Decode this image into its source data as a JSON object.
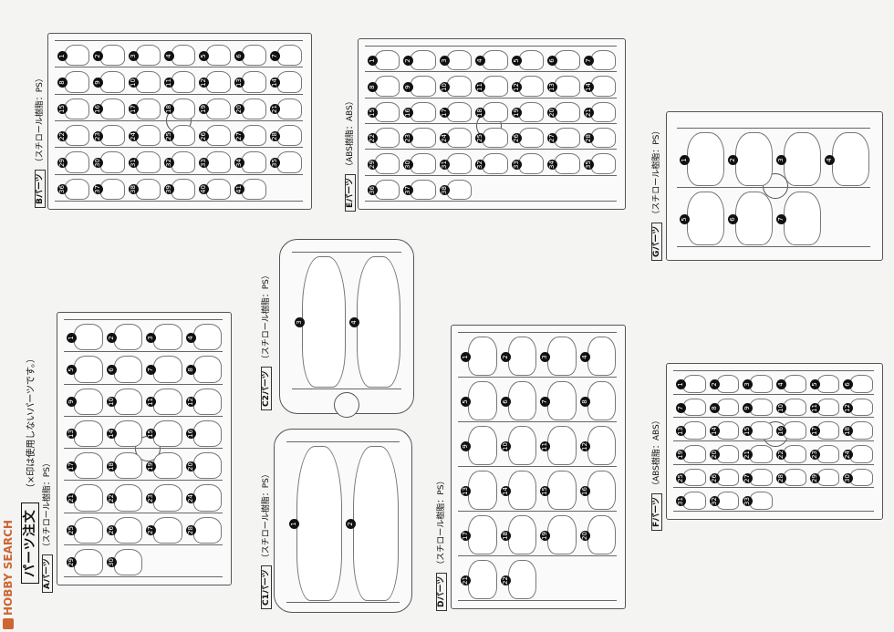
{
  "header": {
    "title": "パーツ注文",
    "note": "（×印は使用しないパーツです。）"
  },
  "watermark": {
    "text": "HOBBY SEARCH"
  },
  "runners": {
    "B": {
      "label": "Bパーツ",
      "material": "（スチロール樹脂：PS）"
    },
    "E": {
      "label": "Eパーツ",
      "material": "（ABS樹脂：ABS）"
    },
    "G": {
      "label": "Gパーツ",
      "material": "（スチロール樹脂：PS）"
    },
    "A": {
      "label": "Aパーツ",
      "material": "（スチロール樹脂：PS）"
    },
    "C2": {
      "label": "C2パーツ",
      "material": "（スチロール樹脂：PS）"
    },
    "C1": {
      "label": "C1パーツ",
      "material": "（スチロール樹脂：PS）"
    },
    "D": {
      "label": "Dパーツ",
      "material": "（スチロール樹脂：PS）"
    },
    "F": {
      "label": "Fパーツ",
      "material": "（ABS樹脂：ABS）"
    }
  },
  "numbers": {
    "b": [
      "1",
      "2",
      "3",
      "4",
      "5",
      "6",
      "7",
      "8",
      "9",
      "10",
      "11",
      "12",
      "13",
      "14",
      "15",
      "16",
      "17",
      "18",
      "19",
      "20",
      "21",
      "22",
      "23",
      "24",
      "25",
      "26",
      "27",
      "28",
      "29",
      "30",
      "31",
      "32",
      "33",
      "34",
      "35",
      "36",
      "37",
      "38",
      "39",
      "40",
      "41"
    ],
    "e": [
      "1",
      "2",
      "3",
      "4",
      "5",
      "6",
      "7",
      "8",
      "9",
      "10",
      "11",
      "12",
      "13",
      "14",
      "15",
      "16",
      "17",
      "18",
      "19",
      "20",
      "21",
      "22",
      "23",
      "24",
      "25",
      "26",
      "27",
      "28",
      "29",
      "30",
      "31",
      "32",
      "33",
      "34",
      "35",
      "36",
      "37",
      "38"
    ],
    "g": [
      "1",
      "2",
      "3",
      "4",
      "5",
      "6",
      "7"
    ],
    "a": [
      "1",
      "2",
      "3",
      "4",
      "5",
      "6",
      "7",
      "8",
      "9",
      "10",
      "11",
      "12",
      "13",
      "14",
      "15",
      "16",
      "17",
      "18",
      "19",
      "20",
      "21",
      "22",
      "23",
      "24",
      "25",
      "26",
      "27",
      "28",
      "29",
      "30"
    ],
    "c2": [
      "3",
      "4"
    ],
    "c1": [
      "1",
      "2"
    ],
    "d": [
      "1",
      "2",
      "3",
      "4",
      "5",
      "6",
      "7",
      "8",
      "9",
      "10",
      "11",
      "12",
      "13",
      "14",
      "15",
      "16",
      "17",
      "18",
      "19",
      "20",
      "21",
      "22"
    ],
    "f": [
      "1",
      "2",
      "3",
      "4",
      "5",
      "6",
      "7",
      "8",
      "9",
      "10",
      "11",
      "12",
      "13",
      "14",
      "15",
      "16",
      "17",
      "18",
      "19",
      "20",
      "21",
      "22",
      "23",
      "24",
      "25",
      "26",
      "27",
      "28",
      "29",
      "30",
      "31",
      "32",
      "33"
    ]
  }
}
